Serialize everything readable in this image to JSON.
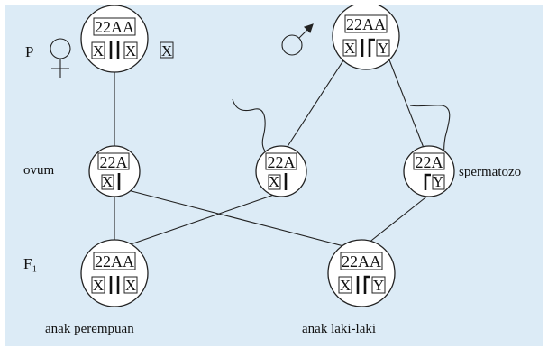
{
  "colors": {
    "background": "#dcebf6",
    "line": "#222222",
    "cell": "#ffffff"
  },
  "labels": {
    "p": "P",
    "ovum": "ovum",
    "sperm": "spermatozo",
    "f1": "F₁",
    "daughter": "anak perempuan",
    "son": "anak laki-laki",
    "extra_x": "X"
  },
  "icons": {
    "female": "female-symbol-icon",
    "male": "male-symbol-icon"
  },
  "cells": {
    "mother": {
      "top": "22AA",
      "left": "X",
      "right": "X"
    },
    "father": {
      "top": "22AA",
      "left": "X",
      "right": "Y"
    },
    "ovum": {
      "top": "22A",
      "chrom": "X"
    },
    "sperm_x": {
      "top": "22A",
      "chrom": "X"
    },
    "sperm_y": {
      "top": "22A",
      "chrom": "Y"
    },
    "daughter": {
      "top": "22AA",
      "left": "X",
      "right": "X"
    },
    "son": {
      "top": "22AA",
      "left": "X",
      "right": "Y"
    }
  }
}
